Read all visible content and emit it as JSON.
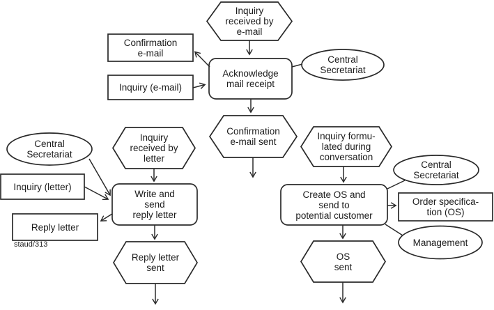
{
  "diagram": {
    "kind": "event-driven-process-chain-flowchart",
    "footnote": "staud/313",
    "colors": {
      "stroke": "#2a2a2a",
      "shape_fill": "#ffffff",
      "text": "#1c1c1c",
      "background": "#ffffff"
    },
    "nodes": {
      "inquiry_received_email": {
        "type": "event-hexagon",
        "label": "Inquiry\nreceived by\ne-mail"
      },
      "acknowledge_mail_receipt": {
        "type": "function-rounded-rect",
        "label": "Acknowledge\nmail receipt"
      },
      "confirmation_email": {
        "type": "document-rect",
        "label": "Confirmation\ne-mail"
      },
      "inquiry_email": {
        "type": "document-rect",
        "label": "Inquiry (e-mail)"
      },
      "central_secretariat_top": {
        "type": "org-unit-ellipse",
        "label": "Central\nSecretariat"
      },
      "confirmation_email_sent": {
        "type": "event-hexagon",
        "label": "Confirmation\ne-mail sent"
      },
      "central_secretariat_left": {
        "type": "org-unit-ellipse",
        "label": "Central\nSecretariat"
      },
      "inquiry_received_letter": {
        "type": "event-hexagon",
        "label": "Inquiry\nreceived by\nletter"
      },
      "inquiry_letter": {
        "type": "document-rect",
        "label": "Inquiry (letter)"
      },
      "write_send_reply_letter": {
        "type": "function-rounded-rect",
        "label": "Write and\nsend\nreply letter"
      },
      "reply_letter": {
        "type": "document-rect",
        "label": "Reply letter"
      },
      "reply_letter_sent": {
        "type": "event-hexagon",
        "label": "Reply letter\nsent"
      },
      "inquiry_formulated_conversation": {
        "type": "event-hexagon",
        "label": "Inquiry formu-\nlated during\nconversation"
      },
      "central_secretariat_right": {
        "type": "org-unit-ellipse",
        "label": "Central\nSecretariat"
      },
      "create_os_send_customer": {
        "type": "function-rounded-rect",
        "label": "Create OS and\nsend to\npotential customer"
      },
      "order_specification_os": {
        "type": "document-rect",
        "label": "Order specifica-\ntion (OS)"
      },
      "management": {
        "type": "org-unit-ellipse",
        "label": "Management"
      },
      "os_sent": {
        "type": "event-hexagon",
        "label": "OS\nsent"
      }
    },
    "edges": [
      {
        "from": "inquiry_received_email",
        "to": "acknowledge_mail_receipt",
        "arrow": true
      },
      {
        "from": "acknowledge_mail_receipt",
        "to": "confirmation_email",
        "arrow": true
      },
      {
        "from": "inquiry_email",
        "to": "acknowledge_mail_receipt",
        "arrow": true
      },
      {
        "from": "central_secretariat_top",
        "to": "acknowledge_mail_receipt",
        "arrow": false
      },
      {
        "from": "acknowledge_mail_receipt",
        "to": "confirmation_email_sent",
        "arrow": true
      },
      {
        "from": "confirmation_email_sent",
        "to": "terminal-down",
        "arrow": true
      },
      {
        "from": "central_secretariat_left",
        "to": "write_send_reply_letter",
        "arrow": true
      },
      {
        "from": "inquiry_letter",
        "to": "write_send_reply_letter",
        "arrow": true
      },
      {
        "from": "inquiry_received_letter",
        "to": "write_send_reply_letter",
        "arrow": true
      },
      {
        "from": "write_send_reply_letter",
        "to": "reply_letter",
        "arrow": true
      },
      {
        "from": "write_send_reply_letter",
        "to": "reply_letter_sent",
        "arrow": true
      },
      {
        "from": "reply_letter_sent",
        "to": "terminal-down",
        "arrow": true
      },
      {
        "from": "inquiry_formulated_conversation",
        "to": "create_os_send_customer",
        "arrow": true
      },
      {
        "from": "central_secretariat_right",
        "to": "create_os_send_customer",
        "arrow": false
      },
      {
        "from": "create_os_send_customer",
        "to": "order_specification_os",
        "arrow": true
      },
      {
        "from": "management",
        "to": "create_os_send_customer",
        "arrow": false
      },
      {
        "from": "create_os_send_customer",
        "to": "os_sent",
        "arrow": true
      },
      {
        "from": "os_sent",
        "to": "terminal-down",
        "arrow": true
      }
    ]
  }
}
